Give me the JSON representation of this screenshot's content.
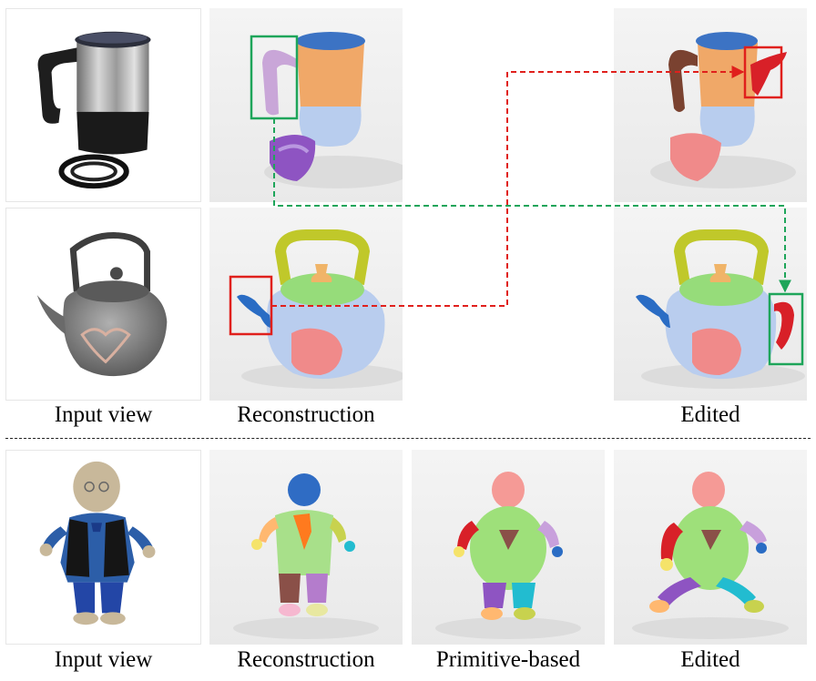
{
  "colors": {
    "highlight_red": "#e0201c",
    "highlight_green": "#1ea55a",
    "render_background": "#eeeeee"
  },
  "top_section": {
    "row1": {
      "input_view": "kettle-input-photo",
      "reconstruction": "kettle-parts-reconstruction",
      "edited": "kettle-parts-edited"
    },
    "row2": {
      "input_view": "teapot-input-photo",
      "reconstruction": "teapot-parts-reconstruction",
      "edited": "teapot-parts-edited"
    },
    "captions": {
      "input_view": "Input view",
      "reconstruction": "Reconstruction",
      "edited": "Edited"
    }
  },
  "bottom_section": {
    "panels": [
      "doll-input-photo",
      "doll-reconstruction",
      "doll-primitive-based",
      "doll-edited"
    ],
    "captions": {
      "input_view": "Input view",
      "reconstruction": "Reconstruction",
      "primitive_based": "Primitive-based",
      "edited": "Edited"
    }
  }
}
